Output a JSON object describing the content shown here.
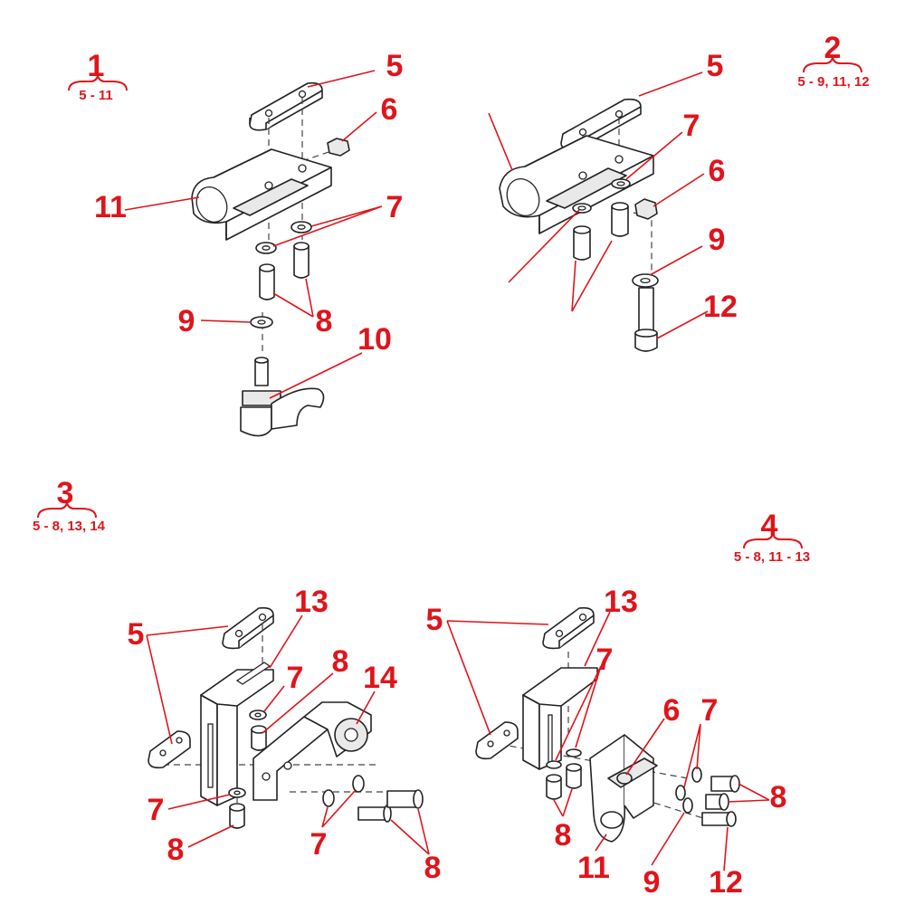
{
  "assemblies": [
    {
      "id": "1",
      "range": "5 - 11"
    },
    {
      "id": "2",
      "range": "5 - 9, 11, 12"
    },
    {
      "id": "3",
      "range": "5 - 8, 13, 14"
    },
    {
      "id": "4",
      "range": "5 - 8, 11 - 13"
    }
  ],
  "callouts": {
    "a1": [
      "5",
      "6",
      "11",
      "7",
      "9",
      "8",
      "10"
    ],
    "a2": [
      "5",
      "7",
      "6",
      "9",
      "12"
    ],
    "a3": [
      "5",
      "13",
      "7",
      "8",
      "14",
      "7",
      "8",
      "7",
      "8"
    ],
    "a4": [
      "5",
      "13",
      "7",
      "6",
      "7",
      "8",
      "8",
      "11",
      "9",
      "12"
    ]
  },
  "colors": {
    "callout": "#e0141b",
    "line_art": "#222222",
    "background": "#ffffff"
  }
}
